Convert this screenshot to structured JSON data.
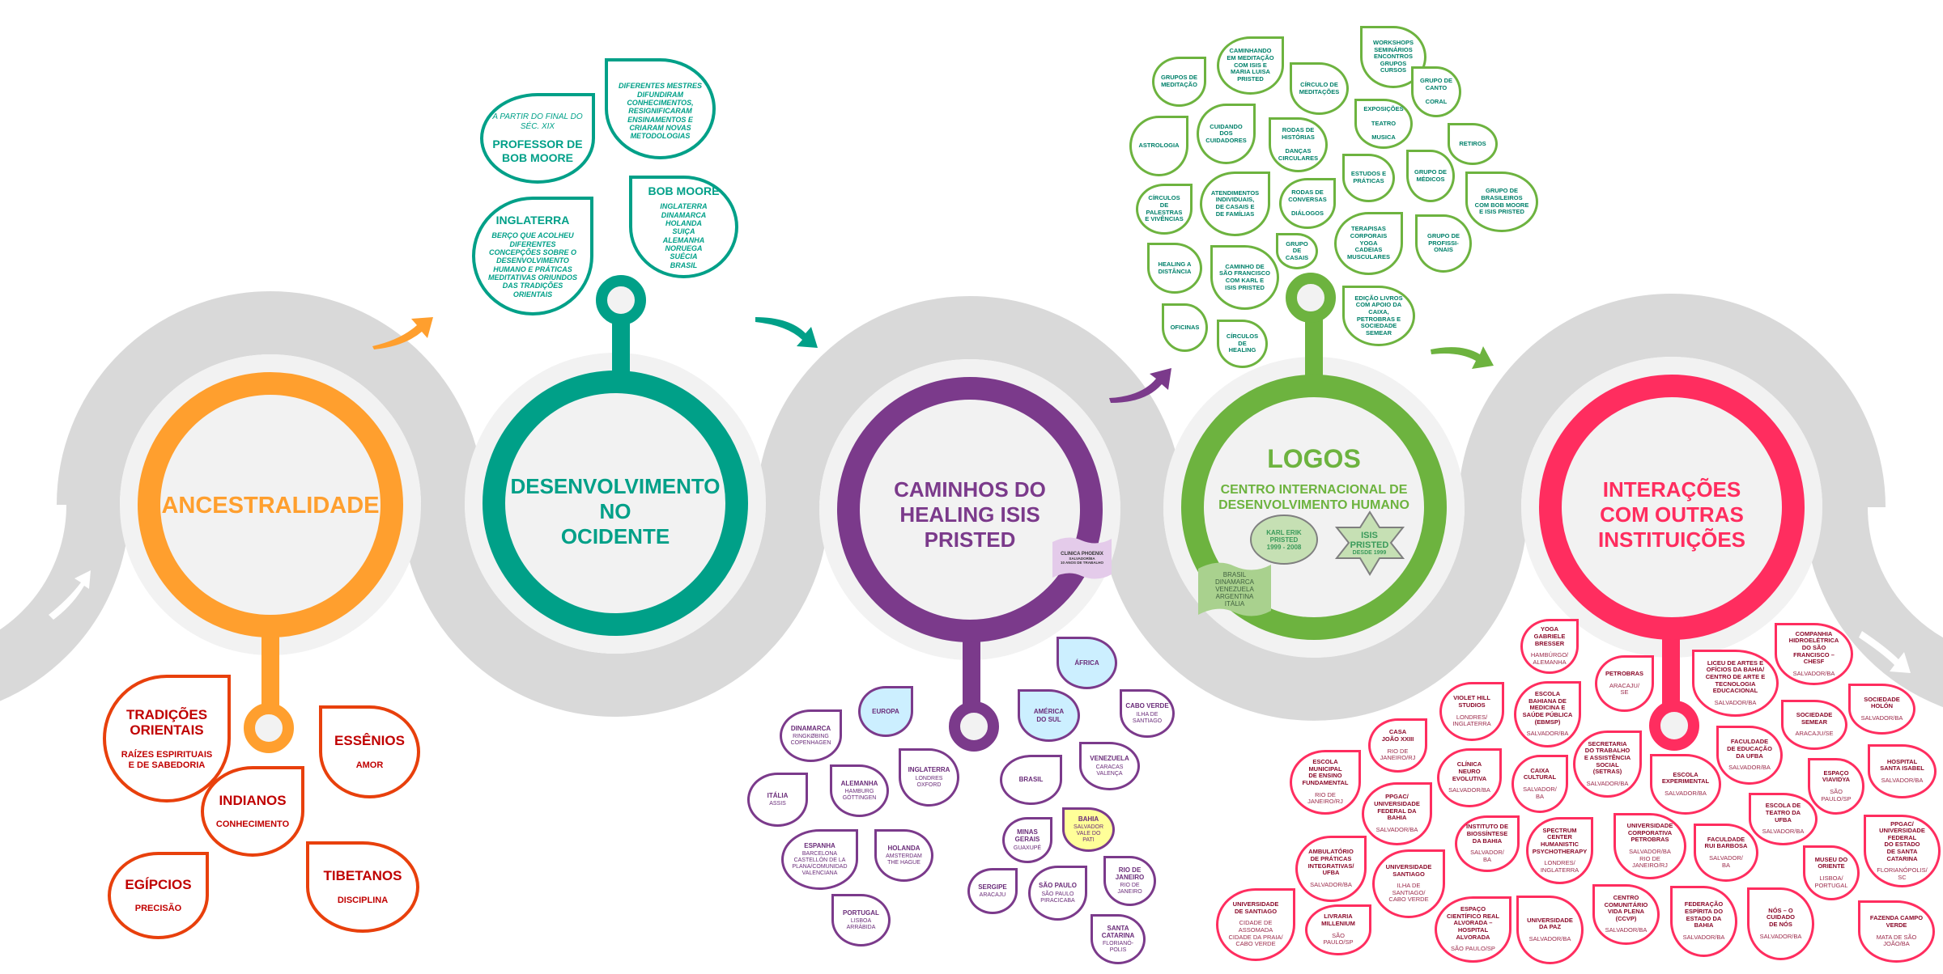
{
  "colors": {
    "ancestralidade": "#ff9f2e",
    "desenvolvimento": "#00a088",
    "caminhos": "#7b3a8b",
    "logos": "#6db33f",
    "interacoes": "#ff2d5f",
    "band": "#d9d9d9",
    "inner": "#f2f2f2"
  },
  "stages": {
    "ancestralidade": {
      "title": "ANCESTRALIDADE"
    },
    "desenvolvimento": {
      "title": "DESENVOLVIMENTO\nNO\nOCIDENTE"
    },
    "caminhos": {
      "title": "CAMINHOS DO\nHEALING ISIS\nPRISTED",
      "flag": {
        "title": "CLINICA PHOENIX",
        "line1": "SALVADOR/BA",
        "line2": "10 ANOS DE TRABALHO"
      }
    },
    "logos": {
      "title": "LOGOS",
      "subtitle": "CENTRO INTERNACIONAL DE\nDESENVOLVIMENTO HUMANO",
      "ellipse": "KARL ERIK\nPRISTED\n1999 - 2008",
      "star_name": "ISIS\nPRISTED",
      "star_since": "DESDE 1999",
      "flag": "BRASIL\nDINAMARCA\nVENEZUELA\nARGENTINA\nITÁLIA"
    },
    "interacoes": {
      "title": "INTERAÇÕES\nCOM OUTRAS\nINSTITUIÇÕES"
    }
  },
  "ancestralidade_bubbles": [
    {
      "title": "TRADIÇÕES\nORIENTAIS",
      "sub": "RAÍZES ESPIRITUAIS\nE DE SABEDORIA"
    },
    {
      "title": "ESSÊNIOS",
      "sub": "AMOR"
    },
    {
      "title": "INDIANOS",
      "sub": "CONHECIMENTO"
    },
    {
      "title": "EGÍPCIOS",
      "sub": "PRECISÃO"
    },
    {
      "title": "TIBETANOS",
      "sub": "DISCIPLINA"
    }
  ],
  "desenvolvimento_bubbles": [
    {
      "pre": "A PARTIR DO FINAL DO\nSÉC. XIX",
      "title": "PROFESSOR DE\nBOB MOORE"
    },
    {
      "sub": "DIFERENTES MESTRES\nDIFUNDIRAM\nCONHECIMENTOS,\nRESIGNIFICARAM\nENSINAMENTOS E\nCRIARAM NOVAS\nMETODOLOGIAS"
    },
    {
      "title": "INGLATERRA",
      "sub": "BERÇO QUE ACOLHEU\nDIFERENTES\nCONCEPÇÕES SOBRE O\nDESENVOLVIMENTO\nHUMANO E PRÁTICAS\nMEDITATIVAS ORIUNDOS\nDAS TRADIÇÕES\nORIENTAIS"
    },
    {
      "title": "BOB MOORE",
      "sub": "INGLATERRA\nDINAMARCA\nHOLANDA\nSUIÇA\nALEMANHA\nNORUEGA\nSUÉCIA\nBRASIL"
    }
  ],
  "logos_bubbles": [
    {
      "title": "GRUPOS DE\nMEDITAÇÃO"
    },
    {
      "title": "CAMINHANDO\nEM MEDITAÇÃO\nCOM ISIS E\nMARIA LUISA\nPRISTED"
    },
    {
      "title": "CÍRCULO DE\nMEDITAÇÕES"
    },
    {
      "title": "WORKSHOPS\nSEMINÁRIOS\nENCONTROS\nGRUPOS\nCURSOS"
    },
    {
      "title": "GRUPO DE\nCANTO\n\nCORAL"
    },
    {
      "title": "ASTROLOGIA"
    },
    {
      "title": "CUIDANDO\nDOS\nCUIDADORES"
    },
    {
      "title": "RODAS DE\nHISTÓRIAS\n\nDANÇAS\nCIRCULARES"
    },
    {
      "title": "EXPOSIÇÕES\n\nTEATRO\n\nMUSICA"
    },
    {
      "title": "RETIROS"
    },
    {
      "title": "ESTUDOS E\nPRÁTICAS"
    },
    {
      "title": "GRUPO DE\nMÉDICOS"
    },
    {
      "title": "GRUPO DE\nBRASILEIROS\nCOM BOB MOORE\nE ISIS PRISTED"
    },
    {
      "title": "CÍRCULOS\nDE\nPALESTRAS\nE VIVÊNCIAS"
    },
    {
      "title": "ATENDIMENTOS\nINDIVIDUAIS,\nDE CASAIS E\nDE FAMÍLIAS"
    },
    {
      "title": "RODAS DE\nCONVERSAS\n\nDIÁLOGOS"
    },
    {
      "title": "TERAPISAS\nCORPORAIS\nYOGA\nCADEIAS\nMUSCULARES"
    },
    {
      "title": "GRUPO DE\nPROFISSI-\nONAIS"
    },
    {
      "title": "GRUPO\nDE\nCASAIS"
    },
    {
      "title": "HEALING A\nDISTÂNCIA"
    },
    {
      "title": "CAMINHO DE\nSÃO FRANCISCO\nCOM KARL E\nISIS PRISTED"
    },
    {
      "title": "OFICINAS"
    },
    {
      "title": "CÍRCULOS\nDE\nHEALING"
    },
    {
      "title": "EDIÇÃO LIVROS\nCOM APOIO DA\nCAIXA,\nPETROBRAS E\nSOCIEDADE\nSEMEAR"
    }
  ],
  "caminhos_bubbles": [
    {
      "title": "EUROPA",
      "highlight": "#ccefff"
    },
    {
      "title": "DINAMARCA",
      "sub": "RINGKØBING\nCOPENHAGEN"
    },
    {
      "title": "INGLATERRA",
      "sub": "LONDRES\nOXFORD"
    },
    {
      "title": "ITÁLIA",
      "sub": "ASSIS"
    },
    {
      "title": "ALEMANHA",
      "sub": "HAMBURG\nGÖTTINGEN"
    },
    {
      "title": "ESPANHA",
      "sub": "BARCELONA\nCASTELLÓN DE LA\nPLANA/COMUNIDAD\nVALENCIANA"
    },
    {
      "title": "HOLANDA",
      "sub": "AMSTERDAM\nTHE HAGUE"
    },
    {
      "title": "PORTUGAL",
      "sub": "LISBOA\nARRÁBIDA"
    },
    {
      "title": "ÁFRICA",
      "highlight": "#ccefff"
    },
    {
      "title": "AMÉRICA\nDO SUL",
      "highlight": "#ccefff"
    },
    {
      "title": "CABO VERDE",
      "sub": "ILHA DE\nSANTIAGO"
    },
    {
      "title": "BRASIL"
    },
    {
      "title": "VENEZUELA",
      "sub": "CARACAS\nVALENÇA"
    },
    {
      "title": "BAHIA",
      "sub": "SALVADOR\nVALE DO\nPATI",
      "highlight": "#ffff99"
    },
    {
      "title": "MINAS\nGERAIS",
      "sub": "GUAXUPÉ"
    },
    {
      "title": "SERGIPE",
      "sub": "ARACAJU"
    },
    {
      "title": "SÃO PAULO",
      "sub": "SÃO PAULO\nPIRACICABA"
    },
    {
      "title": "RIO DE\nJANEIRO",
      "sub": "RIO DE\nJANEIRO"
    },
    {
      "title": "SANTA\nCATARINA",
      "sub": "FLORIANÓ-\nPOLIS"
    }
  ],
  "interacoes_bubbles": [
    {
      "title": "YOGA\nGABRIELE\nBRESSER",
      "sub": "HAMBÚRGO/\nALEMANHA"
    },
    {
      "title": "ESCOLA\nBAHIANA DE\nMEDICINA E\nSAÚDE PÚBLICA\n(EBMSP)",
      "sub": "SALVADOR/BA"
    },
    {
      "title": "VIOLET HILL\nSTUDIOS",
      "sub": "LONDRES/\nINGLATERRA"
    },
    {
      "title": "CASA\nJOÃO XXIII",
      "sub": "RIO DE\nJANEIRO/RJ"
    },
    {
      "title": "ESCOLA\nMUNICIPAL\nDE ENSINO\nFUNDAMENTAL",
      "sub": "RIO DE\nJANEIRO/RJ"
    },
    {
      "title": "CLÍNICA\nNEURO\nEVOLUTIVA",
      "sub": "SALVADOR/BA"
    },
    {
      "title": "CAIXA\nCULTURAL",
      "sub": "SALVADOR/\nBA"
    },
    {
      "title": "PPGAC/\nUNIVERSIDADE\nFEDERAL DA\nBAHIA",
      "sub": "SALVADOR/BA"
    },
    {
      "title": "INSTITUTO DE\nBIOSSÍNTESE\nDA BAHIA",
      "sub": "SALVADOR/\nBA"
    },
    {
      "title": "SPECTRUM\nCENTER\nHUMANISTIC\nPSYCHOTHERAPY",
      "sub": "LONDRES/\nINGLATERRA"
    },
    {
      "title": "AMBULATÓRIO\nDE PRÁTICAS\nINTEGRATIVAS/\nUFBA",
      "sub": "SALVADOR/BA"
    },
    {
      "title": "UNIVERSIDADE\nSANTIAGO",
      "sub": "ILHA DE\nSANTIAGO/\nCABO VERDE"
    },
    {
      "title": "UNIVERSIDADE\nDE SANTIAGO",
      "sub": "CIDADE DE\nASSOMADA\nCIDADE DA PRAIA/\nCABO VERDE"
    },
    {
      "title": "LIVRARIA\nMILLENIUM",
      "sub": "SÃO\nPAULO/SP"
    },
    {
      "title": "ESPAÇO\nCIENTÍFICO REAL\nALVORADA –\nHOSPITAL\nALVORADA",
      "sub": "SÃO PAULO/SP"
    },
    {
      "title": "UNIVERSIDADE\nDA PAZ",
      "sub": "SALVADOR/BA"
    },
    {
      "title": "PETROBRAS",
      "sub": "ARACAJU/\nSE"
    },
    {
      "title": "LICEU DE ARTES E\nOFÍCIOS DA BAHIA/\nCENTRO DE ARTE E\nTECNOLOGIA\nEDUCACIONAL",
      "sub": "SALVADOR/BA"
    },
    {
      "title": "COMPANHIA\nHIDROELÉTRICA\nDO SÃO\nFRANCISCO –\nCHESF",
      "sub": "SALVADOR/BA"
    },
    {
      "title": "SOCIEDADE\nHOLÓN",
      "sub": "SALVADOR/BA"
    },
    {
      "title": "SOCIEDADE\nSEMEAR",
      "sub": "ARACAJU/SE"
    },
    {
      "title": "SECRETARIA\nDO TRABALHO\nE ASSISTÊNCIA\nSOCIAL\n(SETRAS)",
      "sub": "SALVADOR/BA"
    },
    {
      "title": "ESCOLA\nEXPERIMENTAL",
      "sub": "SALVADOR/BA"
    },
    {
      "title": "FACULDADE\nDE EDUCAÇÃO\nDA UFBA",
      "sub": "SALVADOR/BA"
    },
    {
      "title": "HOSPITAL\nSANTA ISABEL",
      "sub": "SALVADOR/BA"
    },
    {
      "title": "ESPAÇO\nVIAVIDYA",
      "sub": "SÃO\nPAULO/SP"
    },
    {
      "title": "ESCOLA DE\nTEATRO DA\nUFBA",
      "sub": "SALVADOR/BA"
    },
    {
      "title": "UNIVERSIDADE\nCORPORATIVA\nPETROBRAS",
      "sub": "SALVADOR/BA\nRIO DE\nJANEIRO/RJ"
    },
    {
      "title": "FACULDADE\nRUI BARBOSA",
      "sub": "SALVADOR/\nBA"
    },
    {
      "title": "MUSEU DO\nORIENTE",
      "sub": "LISBOA/\nPORTUGAL"
    },
    {
      "title": "PPGAC/\nUNIVERSIDADE\nFEDERAL\nDO ESTADO\nDE SANTA\nCATARINA",
      "sub": "FLORIANÓPOLIS/\nSC"
    },
    {
      "title": "CENTRO\nCOMUNITÁRIO\nVIDA PLENA\n(CCVP)",
      "sub": "SALVADOR/BA"
    },
    {
      "title": "FEDERAÇÃO\nESPÍRITA DO\nESTADO DA\nBAHIA",
      "sub": "SALVADOR/BA"
    },
    {
      "title": "NÓS – O\nCUIDADO\nDE NÓS",
      "sub": "SALVADOR/BA"
    },
    {
      "title": "FAZENDA CAMPO\nVERDE",
      "sub": "MATA DE SÃO\nJOÃO/BA"
    }
  ]
}
